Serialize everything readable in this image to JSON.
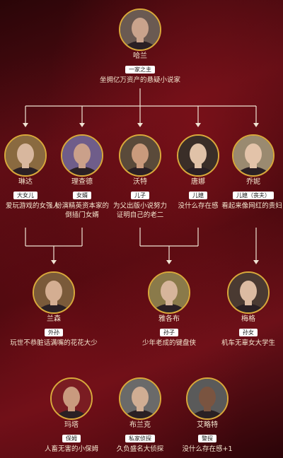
{
  "people": {
    "harlan": {
      "name": "哈兰",
      "role": "一家之主",
      "desc": "坐拥亿万资产的悬疑小说家",
      "skin": "#c9a38c",
      "bg": "#6a5a52"
    },
    "linda": {
      "name": "琳达",
      "role": "大女儿",
      "desc": "爱玩游戏的女强人",
      "skin": "#d8b79e",
      "bg": "#8a6a40"
    },
    "richard": {
      "name": "理查德",
      "role": "女婿",
      "desc": "扮演精英资本家的倒插门女婿",
      "skin": "#caa08a",
      "bg": "#6f5d8a"
    },
    "walt": {
      "name": "沃特",
      "role": "儿子",
      "desc": "为父出版小说努力证明自己的老二",
      "skin": "#c99a7c",
      "bg": "#5a4a3a"
    },
    "donna": {
      "name": "唐娜",
      "role": "儿媳",
      "desc": "没什么存在感",
      "skin": "#e0c2a8",
      "bg": "#3a2e28"
    },
    "joni": {
      "name": "乔妮",
      "role": "儿媳（丧夫）",
      "desc": "看起来像网红的贵妇",
      "skin": "#e3c3a9",
      "bg": "#9a8a70"
    },
    "ransom": {
      "name": "兰森",
      "role": "外孙",
      "desc": "玩世不恭脏话满嘴的花花大少",
      "skin": "#d4ae92",
      "bg": "#7a5a3a"
    },
    "jacob": {
      "name": "雅各布",
      "role": "孙子",
      "desc": "少年老成的键盘侠",
      "skin": "#d6b59b",
      "bg": "#8a7a4a"
    },
    "meg": {
      "name": "梅格",
      "role": "孙女",
      "desc": "机车无辜女大学生",
      "skin": "#dcbba2",
      "bg": "#4a3a32"
    },
    "marta": {
      "name": "玛塔",
      "role": "保姆",
      "desc": "人畜无害的小保姆",
      "skin": "#c99a7e",
      "bg": "#7a1c22"
    },
    "blanc": {
      "name": "布兰克",
      "role": "私家侦探",
      "desc": "久负盛名大侦探",
      "skin": "#d0ad93",
      "bg": "#6a6a6a"
    },
    "elliott": {
      "name": "艾略特",
      "role": "警探",
      "desc": "没什么存在感+1",
      "skin": "#7a5440",
      "bg": "#5a5a5a"
    }
  }
}
